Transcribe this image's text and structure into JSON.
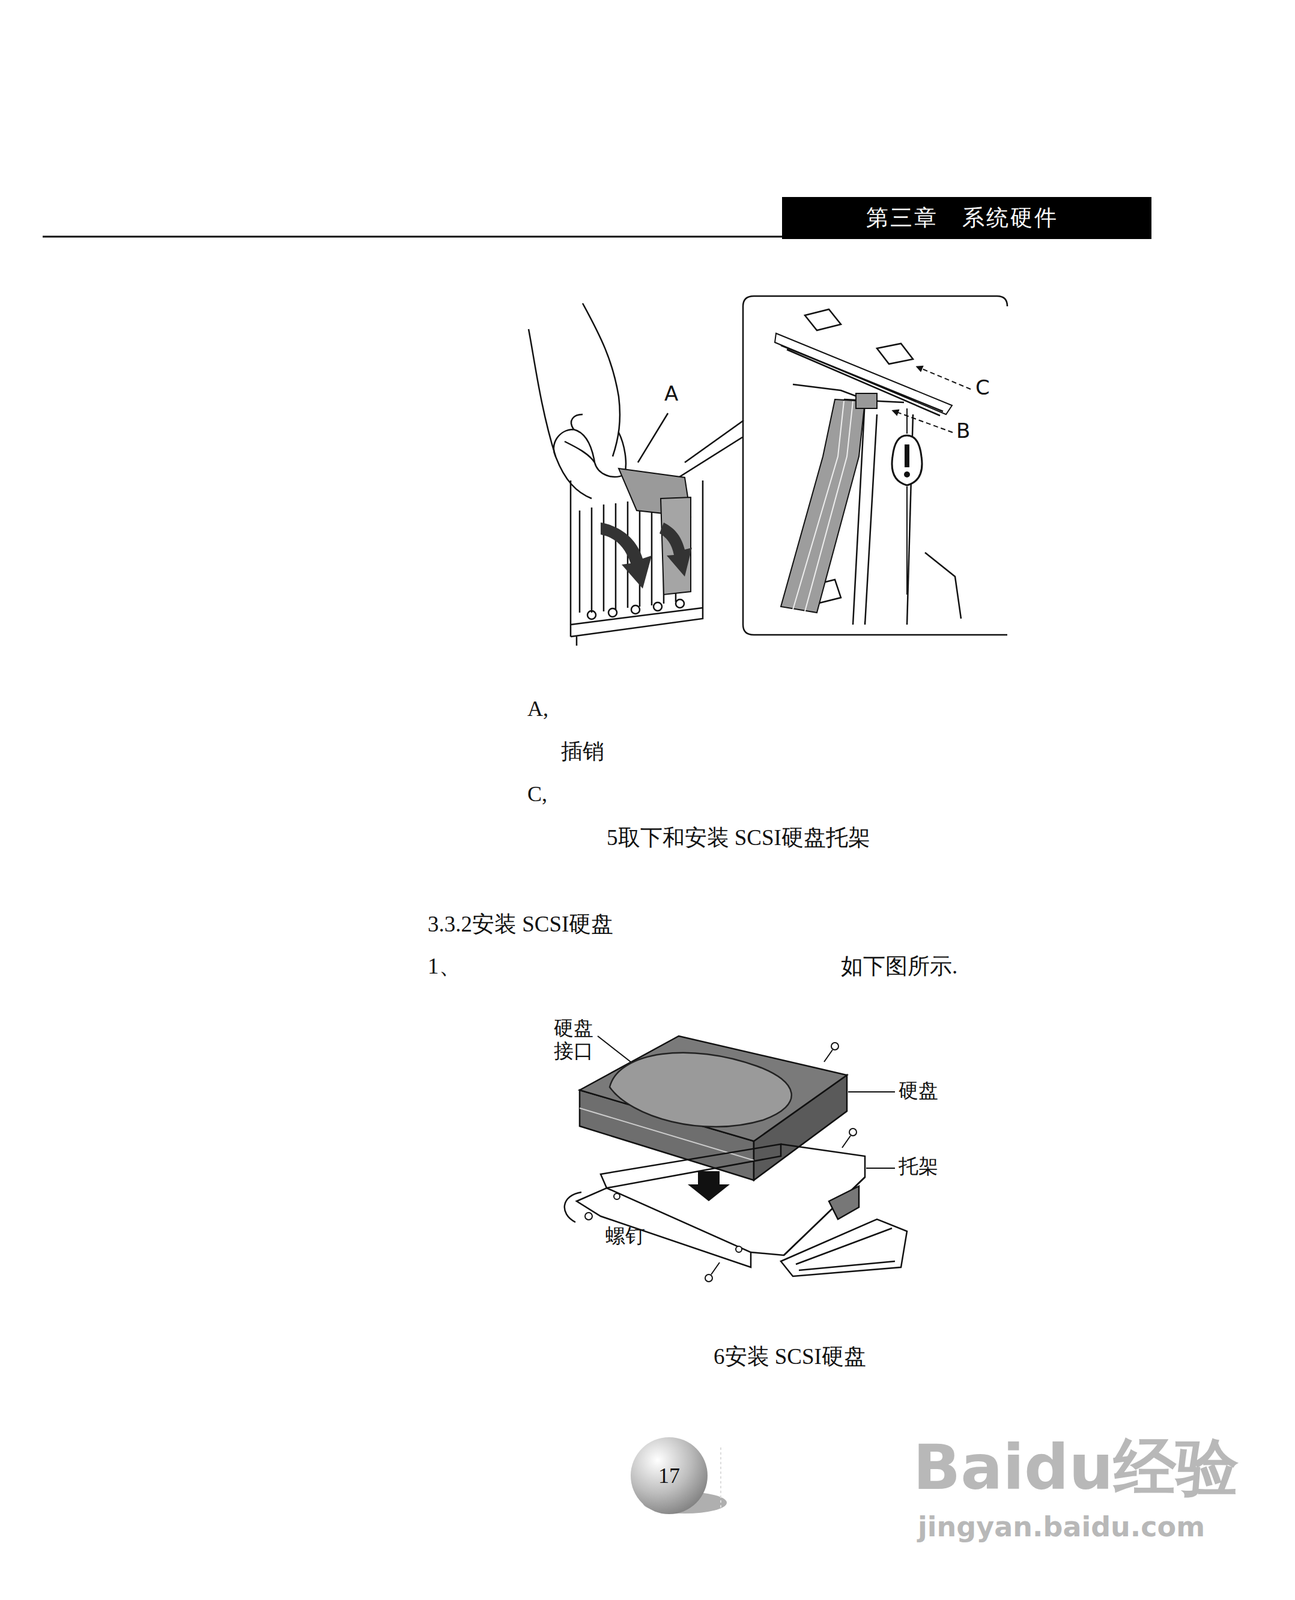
{
  "diagram": {
    "nodes": [
      {
        "text": [
          "第三章　系统硬件"
        ]
      },
      {
        "text": [
          "17"
        ]
      }
    ],
    "labels": [
      "A",
      "C",
      "B",
      "A,",
      "插销",
      "C,",
      "5取下和安装 SCSI硬盘托架",
      "3.3.2安装 SCSI硬盘",
      "1、",
      "如下图所示.",
      "硬盘接口",
      "硬盘",
      "托架",
      "螺钉",
      "6安装 SCSI硬盘",
      "Baidu经验",
      "jingyan.baidu.com"
    ]
  }
}
